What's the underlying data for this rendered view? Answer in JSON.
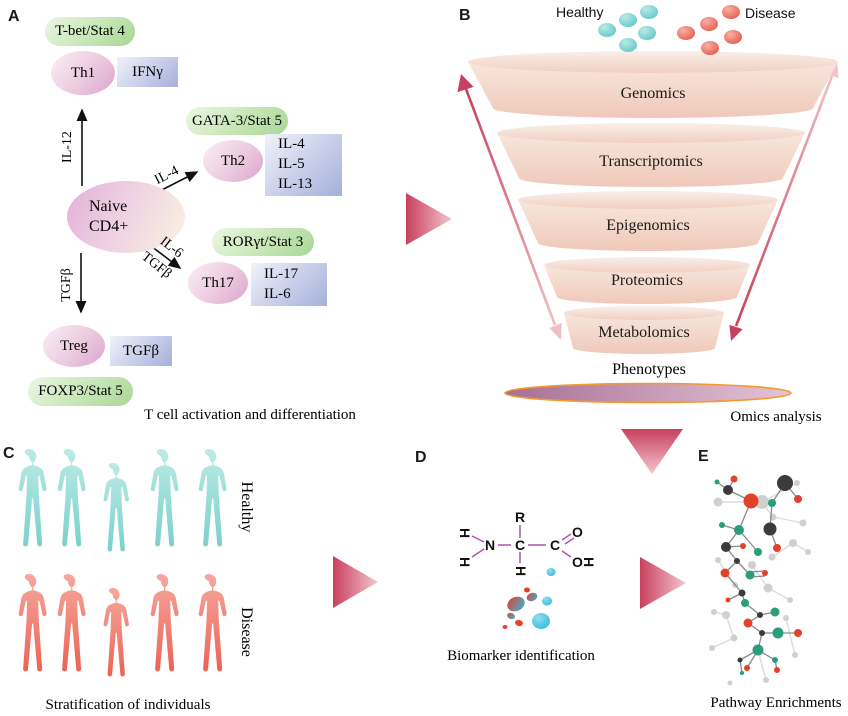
{
  "a": {
    "label": "A",
    "tbet": "T-bet/Stat 4",
    "th1": "Th1",
    "ifng": "IFNγ",
    "il12": "IL-12",
    "gata3": "GATA-3/Stat 5",
    "th2": "Th2",
    "th2_cytokines": "IL-4\nIL-5\nIL-13",
    "il4": "IL-4",
    "naive": "Naive\nCD4+",
    "rorgt": "RORγt/Stat 3",
    "il6": "IL-6",
    "tgfb_diag": "TGFβ",
    "th17": "Th17",
    "th17_cytokines": "IL-17\nIL-6",
    "tgfb_down": "TGFβ",
    "treg": "Treg",
    "treg_cytokine": "TGFβ",
    "foxp3": "FOXP3/Stat 5",
    "caption": "T cell activation and differentiation"
  },
  "b": {
    "label": "B",
    "healthy": "Healthy",
    "disease": "Disease",
    "layers": [
      "Genomics",
      "Transcriptomics",
      "Epigenomics",
      "Proteomics",
      "Metabolomics"
    ],
    "phenotypes": "Phenotypes",
    "caption": "Omics analysis"
  },
  "c": {
    "label": "C",
    "healthy": "Healthy",
    "disease": "Disease",
    "caption": "Stratification of individuals"
  },
  "d": {
    "label": "D",
    "atom_r": "R",
    "atom_h": "H",
    "atom_n": "N",
    "atom_c": "C",
    "atom_o": "O",
    "caption": "Biomarker identification"
  },
  "e": {
    "label": "E",
    "caption": "Pathway Enrichments"
  },
  "colors": {
    "accent_crimson": "#c8405f",
    "divider_purple": "#9a2da2",
    "green_pill": "#a9d796",
    "pink_cell": "#dba4cc",
    "lavender_box": "#a4b0da",
    "funnel_peach": "#f2d2c5",
    "ellipse_orange_rim": "#f29a2e",
    "healthy_teal": "#6fcfc8",
    "disease_red": "#ee5f51",
    "network_green": "#2a9d7c",
    "network_red": "#e2422b",
    "network_black": "#3b3b3b",
    "network_gray": "#d0d0d0",
    "bond_magenta": "#b351ac"
  }
}
